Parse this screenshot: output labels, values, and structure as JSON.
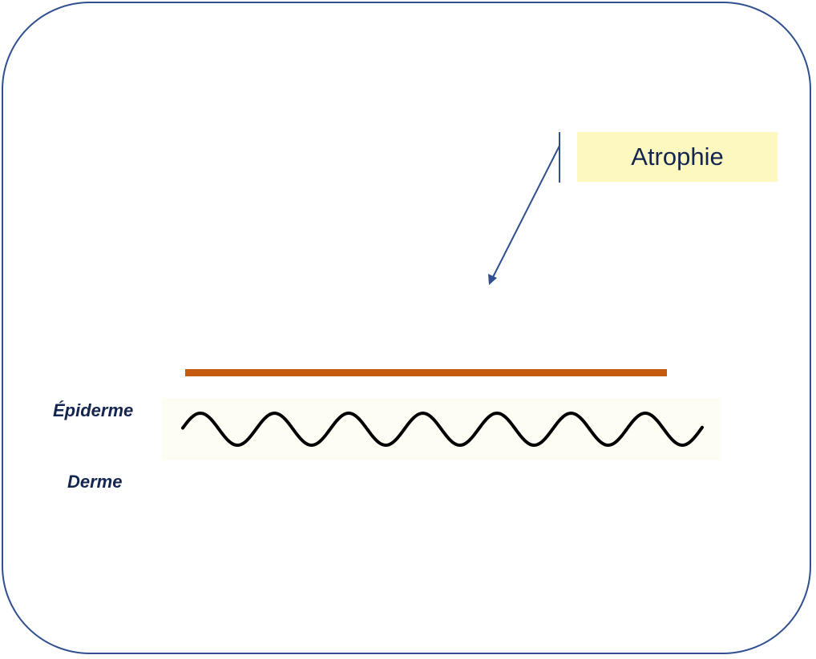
{
  "callout": {
    "label": "Atrophie"
  },
  "layers": {
    "epidermis": "Épiderme",
    "dermis": "Derme"
  },
  "colors": {
    "frame": "#2f4f8f",
    "bar": "#c55a11",
    "callout_bg": "#fdf8c0",
    "text": "#14254f"
  }
}
